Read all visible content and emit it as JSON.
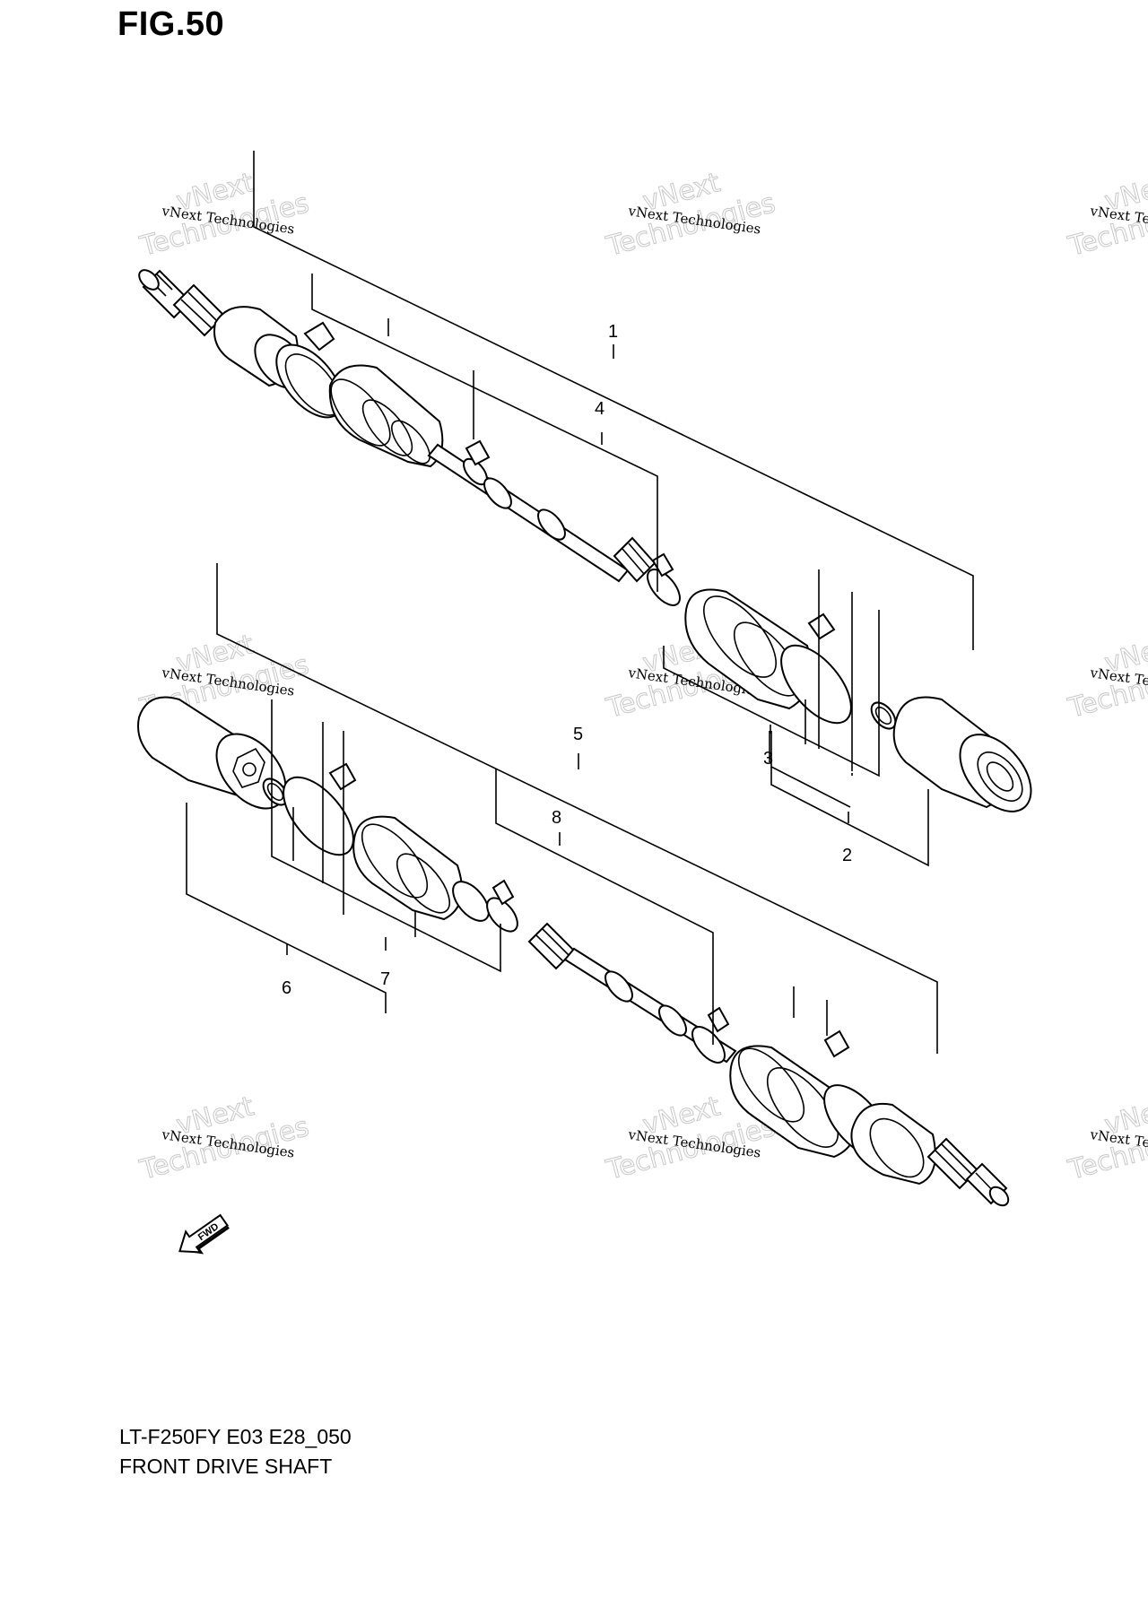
{
  "figure": {
    "title": "FIG.50"
  },
  "caption": {
    "model": "LT-F250FY E03 E28_050",
    "name": "FRONT DRIVE SHAFT"
  },
  "callouts": [
    {
      "id": "1",
      "label": "1"
    },
    {
      "id": "2",
      "label": "2"
    },
    {
      "id": "3",
      "label": "3"
    },
    {
      "id": "4",
      "label": "4"
    },
    {
      "id": "5",
      "label": "5"
    },
    {
      "id": "6",
      "label": "6"
    },
    {
      "id": "7",
      "label": "7"
    },
    {
      "id": "8",
      "label": "8"
    }
  ],
  "direction_marker": {
    "label": "FWD",
    "icon": "forward-arrow-icon"
  },
  "watermark": {
    "line1": "vNext Technologies",
    "line2": "vNext",
    "line3": "Technologies"
  },
  "colors": {
    "ink": "#000000",
    "watermark": "#c8c8c8",
    "background": "#ffffff"
  }
}
